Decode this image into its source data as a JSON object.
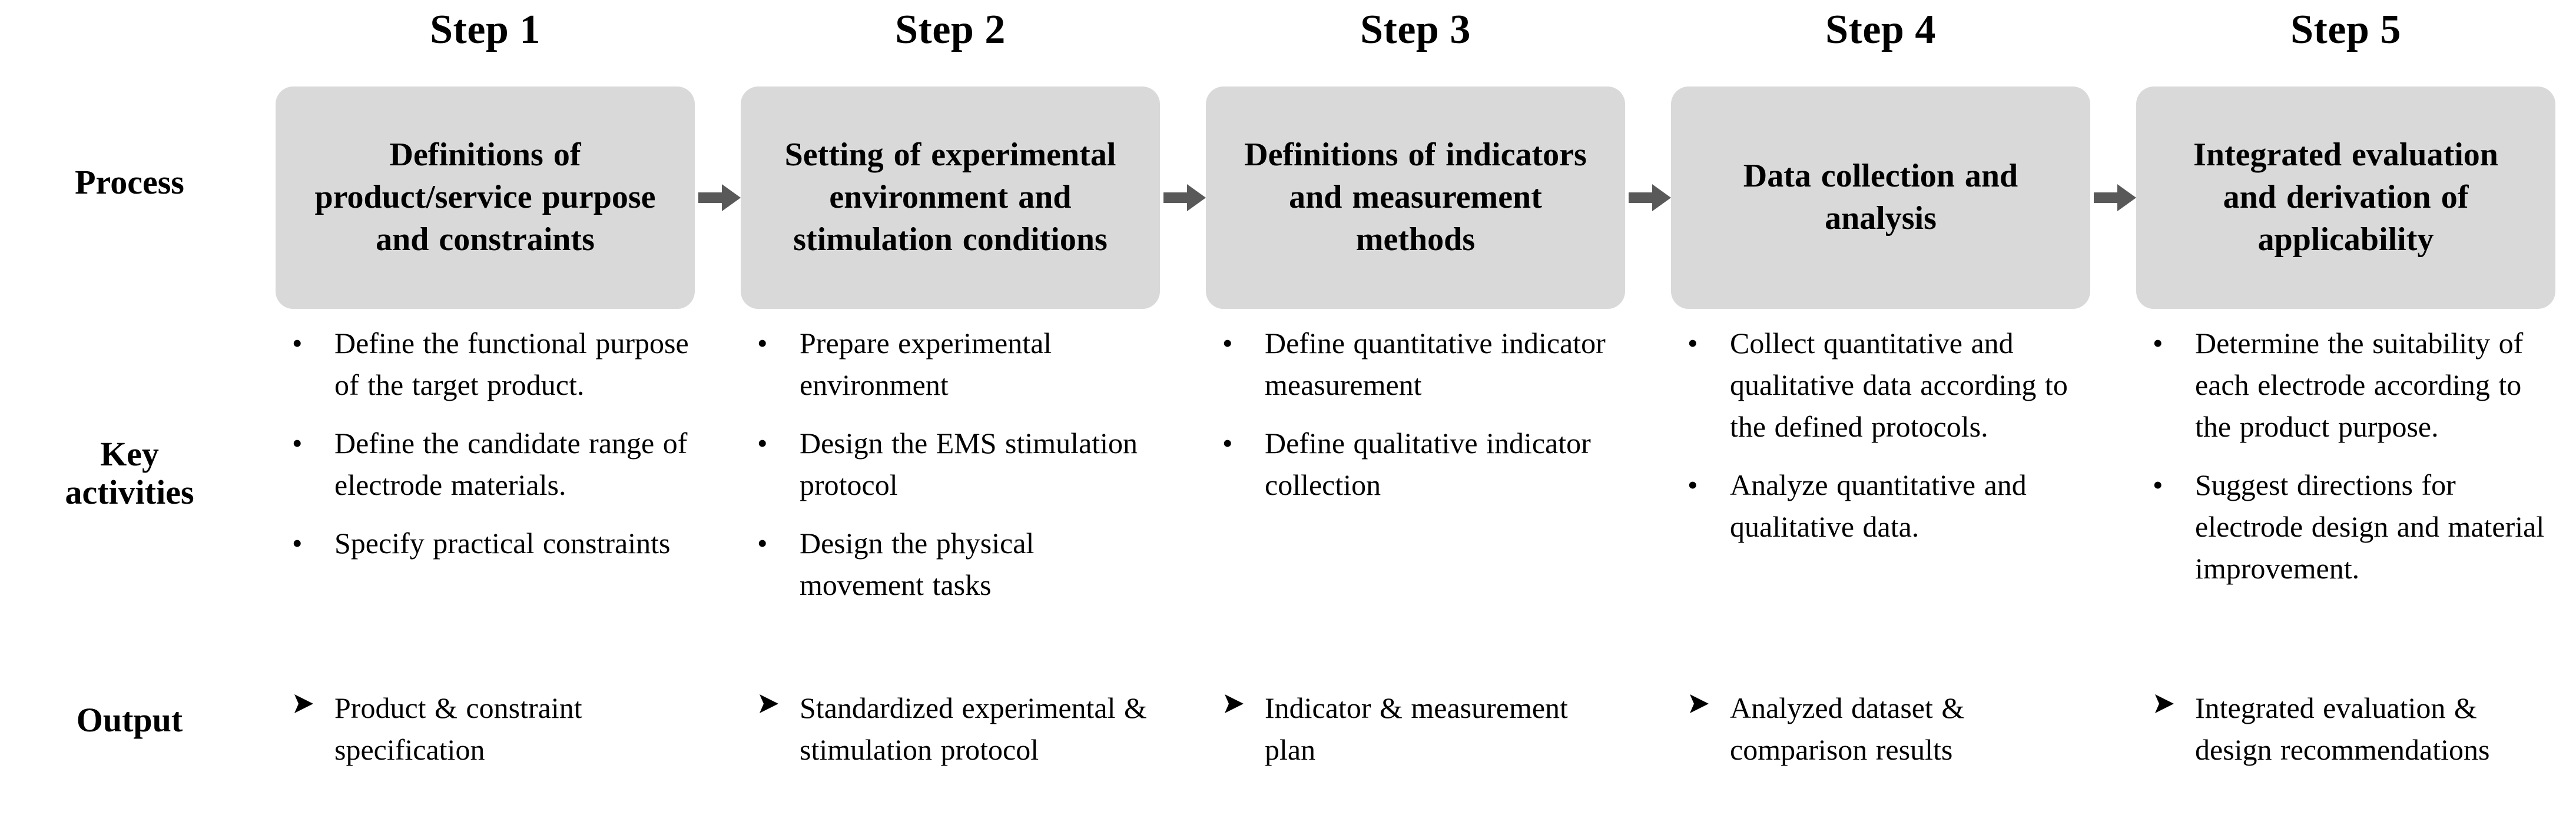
{
  "colors": {
    "box_fill": "#d9d9d9",
    "arrow": "#595959",
    "text": "#000000",
    "background": "#ffffff"
  },
  "row_labels": {
    "process": "Process",
    "key_activities_line1": "Key",
    "key_activities_line2": "activities",
    "output": "Output"
  },
  "steps": [
    {
      "header": "Step 1",
      "process": "Definitions  of\nproduct/service  purpose\nand constraints",
      "key_activities": [
        "Define the functional purpose of the target product.",
        "Define the candidate range of electrode materials.",
        "Specify practical constraints"
      ],
      "output": "Product & constraint specification"
    },
    {
      "header": "Step 2",
      "process": "Setting of experimental\nenvironment and\nstimulation conditions",
      "key_activities": [
        "Prepare  experimental environment",
        "Design the EMS stimulation protocol",
        "Design the physical movement tasks"
      ],
      "output": "Standardized experimental & stimulation protocol"
    },
    {
      "header": "Step 3",
      "process": "Definitions  of indicators\nand measurement\nmethods",
      "key_activities": [
        "Define quantitative indicator measurement",
        "Define qualitative indicator collection"
      ],
      "output": "Indicator & measurement plan"
    },
    {
      "header": "Step 4",
      "process": "Data collection  and\nanalysis",
      "key_activities": [
        "Collect quantitative and qualitative data according to the defined protocols.",
        "Analyze quantitative and qualitative data."
      ],
      "output": "Analyzed dataset & comparison results"
    },
    {
      "header": "Step 5",
      "process": "Integrated evaluation\nand derivation  of\napplicability",
      "key_activities": [
        "Determine the suitability of each electrode according to the product purpose.",
        "Suggest  directions for electrode design and material improvement."
      ],
      "output": "Integrated evaluation & design recommendations"
    }
  ],
  "markers": {
    "bullet": "•",
    "output_marker_name": "arrowhead-marker"
  },
  "flow_arrows": {
    "count": 4,
    "direction": "right",
    "name": "right-arrow-icon"
  }
}
